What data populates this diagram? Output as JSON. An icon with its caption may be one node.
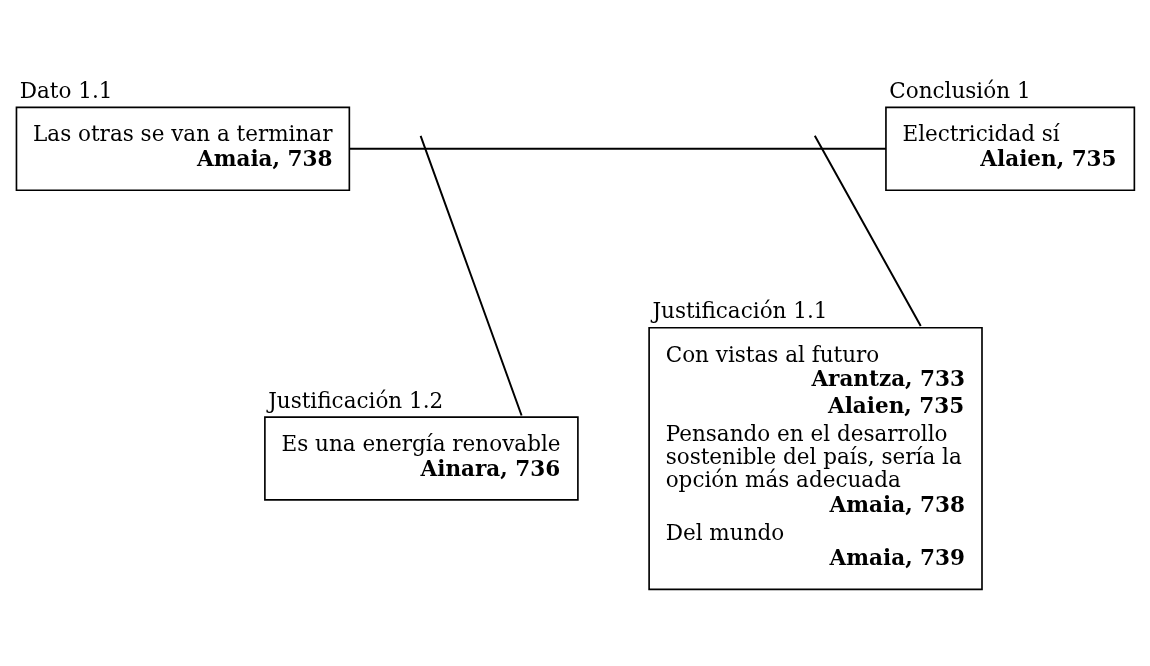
{
  "diagram": {
    "nodes": [
      {
        "text": [
          "Dato 1.1",
          "Las otras se van a terminar",
          "Amaia, 738"
        ]
      },
      {
        "text": [
          "Conclusión 1",
          "Electricidad sí",
          "Alaien, 735"
        ]
      },
      {
        "text": [
          "Justificación 1.2",
          "Es una energía renovable",
          "Ainara, 736"
        ]
      },
      {
        "text": [
          "Justificación 1.1",
          "Con vistas al futuro",
          "Arantza, 733",
          "Alaien, 735",
          "Pensando en el desarrollo sostenible del país, sería la opción más adecuada",
          "Amaia, 738",
          "Del mundo",
          "Amaia, 739"
        ]
      }
    ],
    "edges": [
      {
        "from": 0,
        "to": 1,
        "arrow": "none"
      },
      {
        "from": 2,
        "to": null,
        "arrow": "none"
      },
      {
        "from": 3,
        "to": null,
        "arrow": "none"
      }
    ]
  }
}
